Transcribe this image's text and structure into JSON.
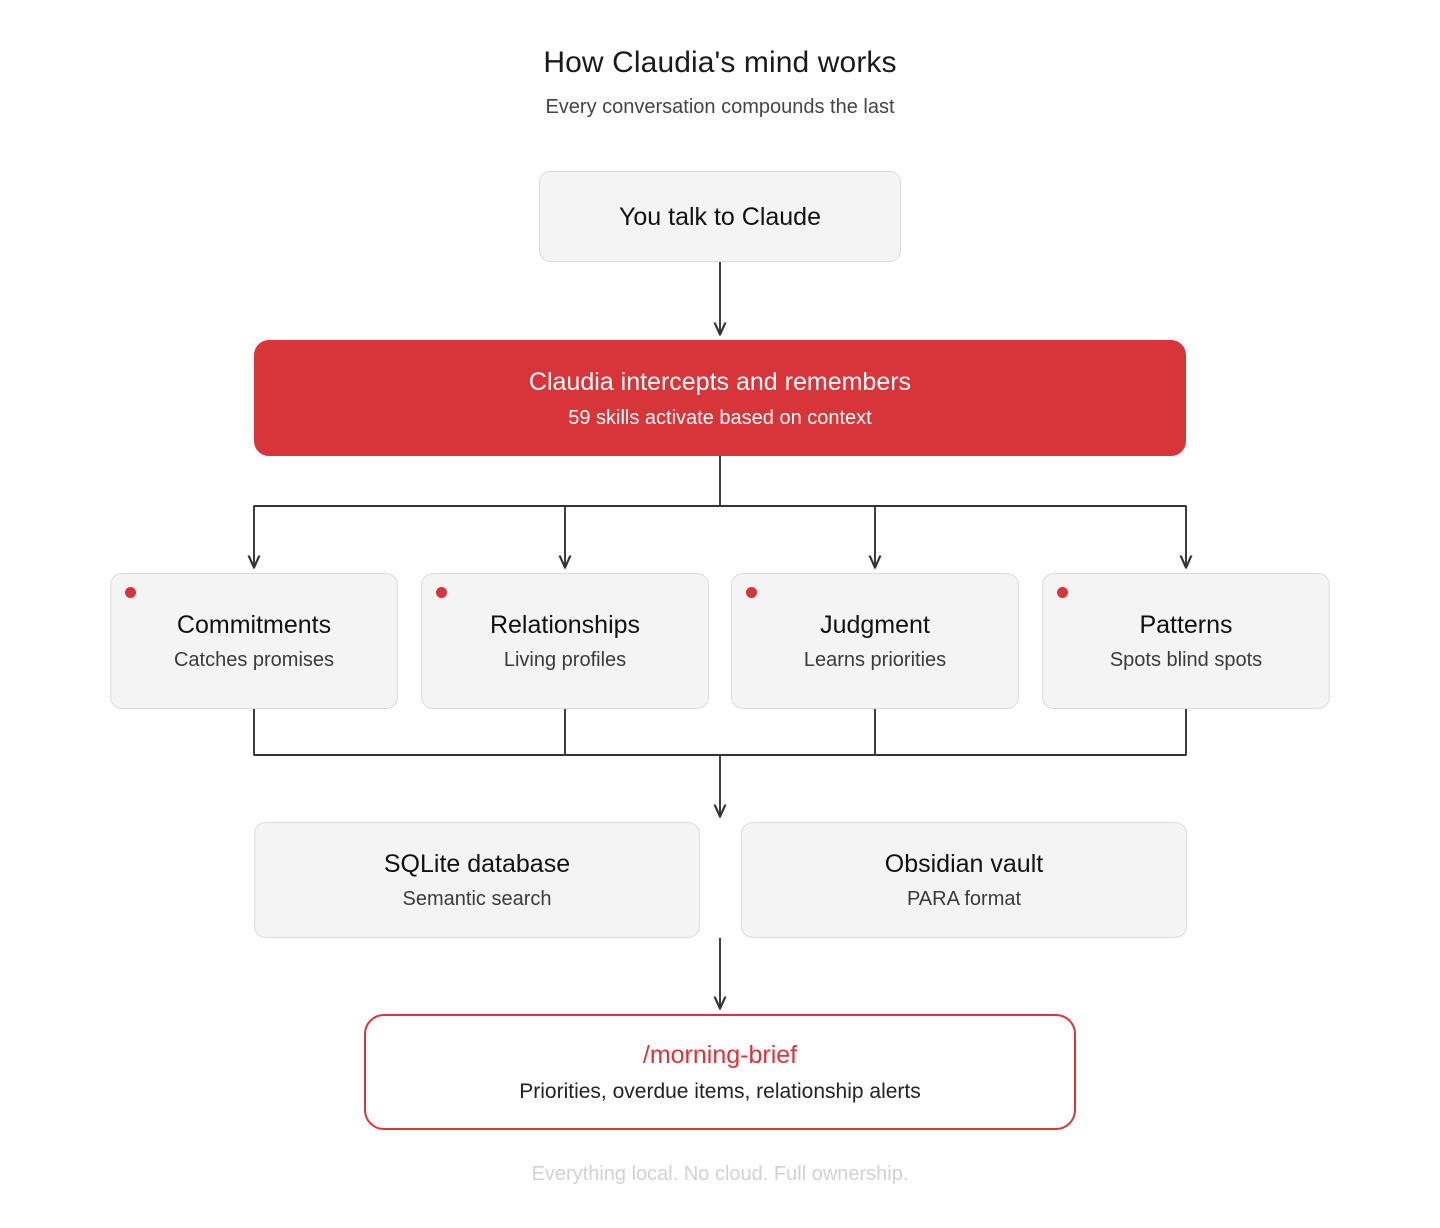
{
  "header": {
    "title": "How Claudia's mind works",
    "subtitle": "Every conversation compounds the last"
  },
  "flow": {
    "input": {
      "label": "You talk to Claude"
    },
    "engine": {
      "label": "Claudia intercepts and remembers",
      "detail": "59 skills activate based on context",
      "color": "#d8353a",
      "text_color": "#ffffff"
    },
    "pillars": [
      {
        "label": "Commitments",
        "detail": "Catches promises",
        "dot_color": "#d8353a"
      },
      {
        "label": "Relationships",
        "detail": "Living profiles",
        "dot_color": "#d8353a"
      },
      {
        "label": "Judgment",
        "detail": "Learns priorities",
        "dot_color": "#d8353a"
      },
      {
        "label": "Patterns",
        "detail": "Spots blind spots",
        "dot_color": "#d8353a"
      }
    ],
    "storage": [
      {
        "label": "SQLite database",
        "detail": "Semantic search"
      },
      {
        "label": "Obsidian vault",
        "detail": "PARA format"
      }
    ],
    "output": {
      "label": "/morning-brief",
      "detail": "Priorities, overdue items, relationship alerts",
      "accent": "#d8353a"
    }
  },
  "footer": {
    "note": "Everything local. No cloud. Full ownership."
  },
  "style": {
    "node_fill": "#f4f4f4",
    "node_border": "#dcdcdc",
    "edge_color": "#333333",
    "page_bg": "#ffffff"
  }
}
